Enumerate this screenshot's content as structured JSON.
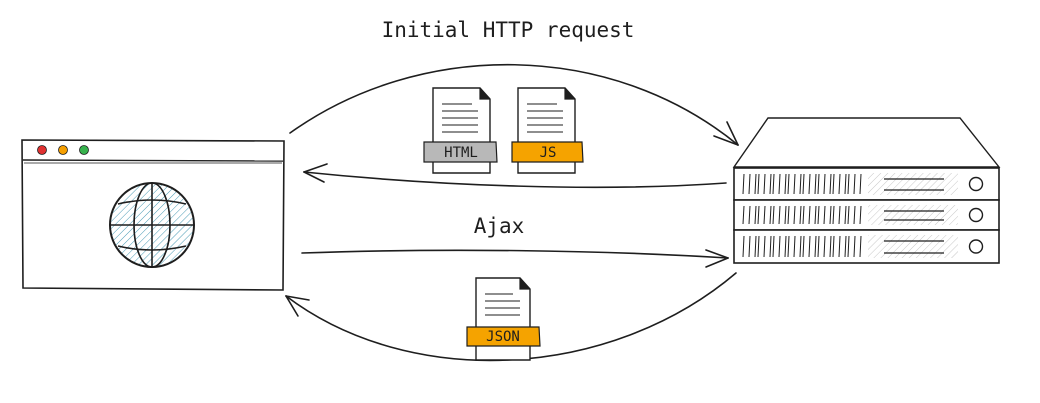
{
  "labels": {
    "initial_request": "Initial HTTP request",
    "ajax": "Ajax"
  },
  "documents": {
    "html": "HTML",
    "js": "JS",
    "json": "JSON"
  },
  "colors": {
    "ink": "#1e1e1e",
    "html_tag": "#b8b8b8",
    "js_tag": "#f5a300",
    "json_tag": "#f5a300",
    "globe_fill": "#a5d8e6",
    "window_close": "#e03131",
    "window_minimize": "#f59f00",
    "window_maximize": "#37b24d"
  },
  "icons": {
    "browser": "browser-window-icon",
    "globe": "globe-icon",
    "server": "server-rack-icon",
    "document": "document-icon"
  }
}
